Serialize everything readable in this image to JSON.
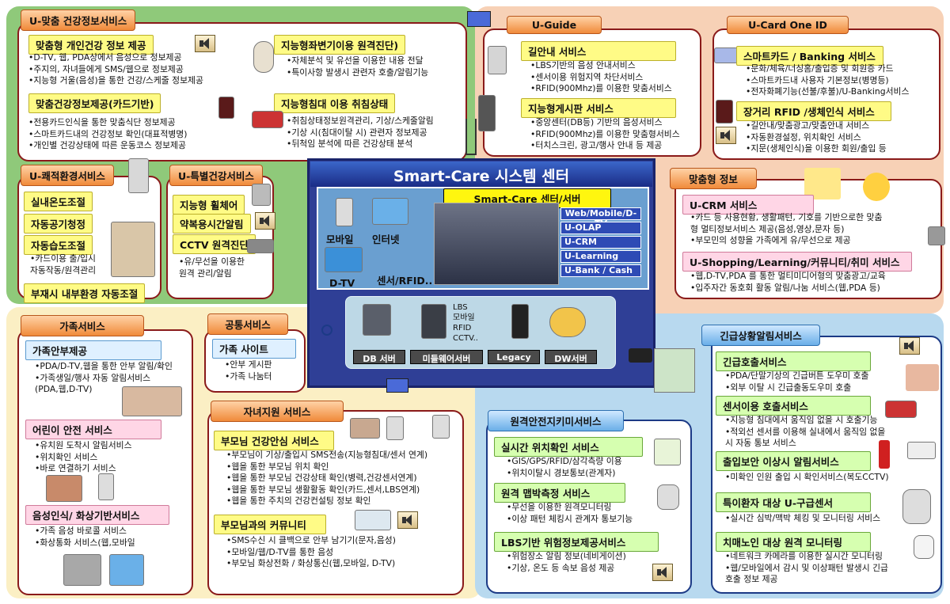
{
  "colors": {
    "green_zone": "#8fc97a",
    "peach_zone": "#f7d1b6",
    "cream_zone": "#fbefc4",
    "blue_zone": "#b8d9ef",
    "center_bg": "#3b4fa8"
  },
  "health": {
    "title": "U-맞춤 건강정보서비스",
    "b1": {
      "header": "맞춤형 개인건강 정보 제공",
      "items": [
        "•D-TV, 웹, PDA상에서 음성으로 정보제공",
        "•주지의, 자녀들에게 SMS/웹으로 정보제공",
        "•지능형 거울(음성)을 통한 건강/스케줄 정보제공"
      ]
    },
    "b2": {
      "header": "맞춤건강정보제공(카드기반)",
      "items": [
        "•전용카드인식을 통한 맞춤식단 정보제공",
        "•스마트카드내의 건강정보 확인(대표적병명)",
        "•개인별 건강상태에 따른 운동코스 정보제공"
      ]
    },
    "b3": {
      "header": "지능형좌변기이용 원격진단)",
      "items": [
        "•자체분석 및 유선을 이용한 내용 전달",
        "•특이사항 발생시 관련자 호출/알림기능"
      ]
    },
    "b4": {
      "header": "지능형침대 이용 취침상태",
      "items": [
        "•취침상태정보원격관리, 기상/스케줄알림",
        "•기상 시(침대이탈 시) 관련자 정보제공",
        "•뒤척임 분석에 따른 건강상태 분석"
      ]
    }
  },
  "comfort": {
    "title": "U-쾌적환경서비스",
    "items": [
      "실내온도조절",
      "자동공기청정",
      "자동습도조절"
    ],
    "bullets": [
      "•카드이용 출/입시",
      "자동작동/원격관리"
    ],
    "last": "부재시 내부환경 자동조절"
  },
  "special": {
    "title": "U-특별건강서비스",
    "items": [
      "지능형 휠체어",
      "약복용시간알림",
      "CCTV 원격진단"
    ],
    "bullets": [
      "•유/무선을 이용한",
      "원격 관리/알림"
    ]
  },
  "guide": {
    "title": "U-Guide",
    "h1": "길안내 서비스",
    "b1": [
      "•LBS기반의 음성 안내서비스",
      "•센서이용 위험지역 차단서비스",
      "•RFID(900Mhz)를 이용한 맞춤서비스"
    ],
    "h2": "지능형게시판 서비스",
    "b2": [
      "•중앙센터(DB등) 기반의 음성서비스",
      "•RFID(900Mhz)를 이용한 맞춤형서비스",
      "•터치스크린, 광고/행사 안내 등 제공"
    ]
  },
  "card": {
    "title": "U-Card One ID",
    "h1": "스마트카드 / Banking 서비스",
    "b1": [
      "•문화/체육/너싱홈/출입증 및 회원증 카드",
      "•스마트카드내 사용자 기본정보(병명등)",
      "•전자화폐기능(선불/후불)/U-Banking서비스"
    ],
    "h2": "장거리 RFID /생체인식 서비스",
    "b2": [
      "•길안내/맞춤광고/맞춤안내 서비스",
      "•자동환경설정, 위치확인 서비스",
      "•지문(생체인식)을 이용한 회원/출입 등"
    ]
  },
  "custom": {
    "title": "맞춤형 정보",
    "h1": "U-CRM 서비스",
    "b1": [
      "•카드  등 사용현황, 생활패턴, 기호를 기반으로한 맞춤",
      "형 멀티정보서비스 제공(음성,영상,문자 등)",
      "•부모민의 성향을 가족에게 유/무선으로 제공"
    ],
    "h2": "U-Shopping/Learning/커뮤니티/취미 서비스",
    "b2": [
      "•웹,D-TV,PDA 를 통한 멀티미디어형의 맞춤광고/교육",
      "•입주자간 동호회 활동 알림/나눔 서비스(웹,PDA 등)"
    ]
  },
  "center": {
    "title": "Smart-Care 시스템 센터",
    "server_label": "Smart-Care  센터/서버",
    "modules": [
      "Web/Mobile/D-TV",
      "U-OLAP",
      "U-CRM",
      "U-Learning",
      "U-Bank / Cash"
    ],
    "devices": [
      "모바일",
      "인터넷",
      "D-TV",
      "센서/RFID.."
    ],
    "side": [
      "LBS",
      "모바일",
      "RFID",
      "CCTV.."
    ],
    "servers": [
      "DB 서버",
      "미들웨어서버",
      "Legacy",
      "DW서버"
    ]
  },
  "family": {
    "title": "가족서비스",
    "h1": "가족안부제공",
    "b1": [
      "•PDA/D-TV,웹을 통한 안부 알림/확인",
      "•가족생일/행사 자동 알림서비스",
      "(PDA,웹,D-TV)"
    ],
    "h2": "어린이 안전 서비스",
    "b2": [
      "•유치원 도착시 알림서비스",
      "•위치확인 서비스",
      "•바로 연결하기 서비스"
    ],
    "h3": "음성인식/ 화상기반서비스",
    "b3": [
      "•가족 음성 바로콜 서비스",
      "•화상통화 서비스(웹,모바일"
    ]
  },
  "common": {
    "title": "공통서비스",
    "h1": "가족 사이트",
    "b1": [
      "•안부 게시판",
      "•가족 나눔터"
    ]
  },
  "child": {
    "title": "자녀지원 서비스",
    "h1": "부모님 건강안심 서비스",
    "b1": [
      "•부모님이 기상/출입시 SMS전송(지능형침대/센서 연계)",
      "•웹을 통한 부모님 위치 확인",
      "•웹을 통한 부모님 건강상태 확인(병력,건강센서연계)",
      "•웹을 통한 부모님 생활활동 확인(카드,센서,LBS연계)",
      "•웹을 통한 주치의 건강컨설팅 정보 확인"
    ],
    "h2": "부모님과의 커뮤니티",
    "b2": [
      "•SMS수신 시 클백으로 안부 남기기(문자,음성)",
      "•모바일/웹/D-TV를 통한 음성",
      "•부모님 화상전화 / 화상통신(웹,모바일, D-TV)"
    ]
  },
  "remote": {
    "title": "원격안전지키미서비스",
    "h1": "실시간 위치확인 서비스",
    "b1": [
      "•GIS/GPS/RFID/삼각측량 이용",
      "•위치이탈시 경보통보(관계자)"
    ],
    "h2": "원격 맵박측정 서비스",
    "b2": [
      "•무선을 이용한 원격모니터링",
      "•이상 패턴 체킹시 관계자 통보기능"
    ],
    "h3": "LBS기반 위험정보제공서비스",
    "b3": [
      "•위험장소 알림 정보(네비게이션)",
      "•기상, 온도 등 속보 음성 제공"
    ]
  },
  "emergency": {
    "title": "긴급상황알림서비스",
    "h1": "긴급호출서비스",
    "b1": [
      "•PDA/단말기상의 긴급버튼 도우미 호출",
      "•외부 이탈 시 긴급출동도우미 호출"
    ],
    "h2": "센서이용 호출서비스",
    "b2": [
      "•지능형 침대에서 움직임 없을 시 호출기능",
      "•적외선 센서를 이용해 실내에서 움직임 없을",
      "시 자동 통보 서비스"
    ],
    "h3": "출입보안 이상시 알림서비스",
    "b3": [
      "•미확인 인원 출입 시 확인서비스(복도CCTV)"
    ],
    "h4": "특이환자 대상 U-구급센서",
    "b4": [
      "•실시간 심박/맥박 체킹 및 모니터링 서비스"
    ],
    "h5": "치매노인 대상 원격 모니터링",
    "b5": [
      "•네트워크 카메라를 이용한 실시간 모니터링",
      "•웹/모바일에서 감시 및 이상패턴 발생시 긴급",
      "호출 정보 제공"
    ]
  }
}
